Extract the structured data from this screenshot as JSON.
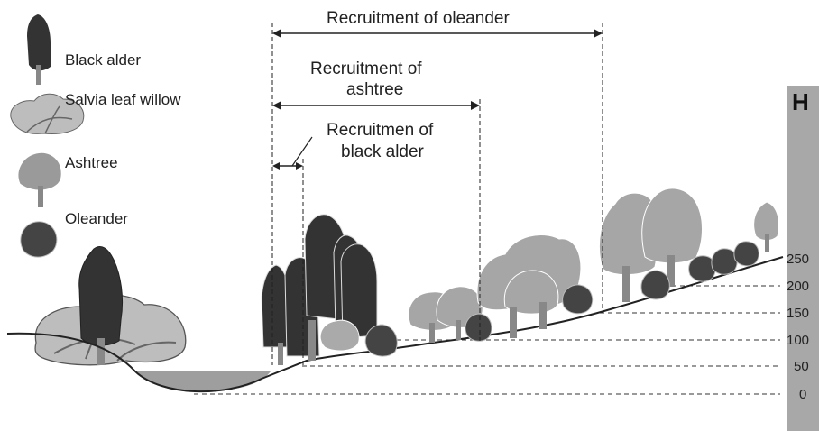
{
  "legend": [
    {
      "label": "Black alder",
      "icon": "black-alder-icon",
      "color": "#333333"
    },
    {
      "label": "Salvia leaf willow",
      "icon": "salvia-leaf-willow-icon",
      "color": "#b9b9b9"
    },
    {
      "label": "Ashtree",
      "icon": "ashtree-icon",
      "color": "#9a9a9a"
    },
    {
      "label": "Oleander",
      "icon": "oleander-icon",
      "color": "#444444"
    }
  ],
  "ranges": {
    "oleander": "Recruitment of oleander",
    "ashtree_line1": "Recruitment of",
    "ashtree_line2": "ashtree",
    "alder_line1": "Recruitmen of",
    "alder_line2": "black alder"
  },
  "height_axis": {
    "title": "H",
    "ticks": [
      "250",
      "200",
      "150",
      "100",
      "50",
      "0"
    ]
  },
  "colors": {
    "dark_tree": "#333333",
    "mid_tree": "#9a9a9a",
    "light_tree": "#bdbdbd",
    "water": "#9e9e9e",
    "axis_bar": "#a8a8a8"
  }
}
